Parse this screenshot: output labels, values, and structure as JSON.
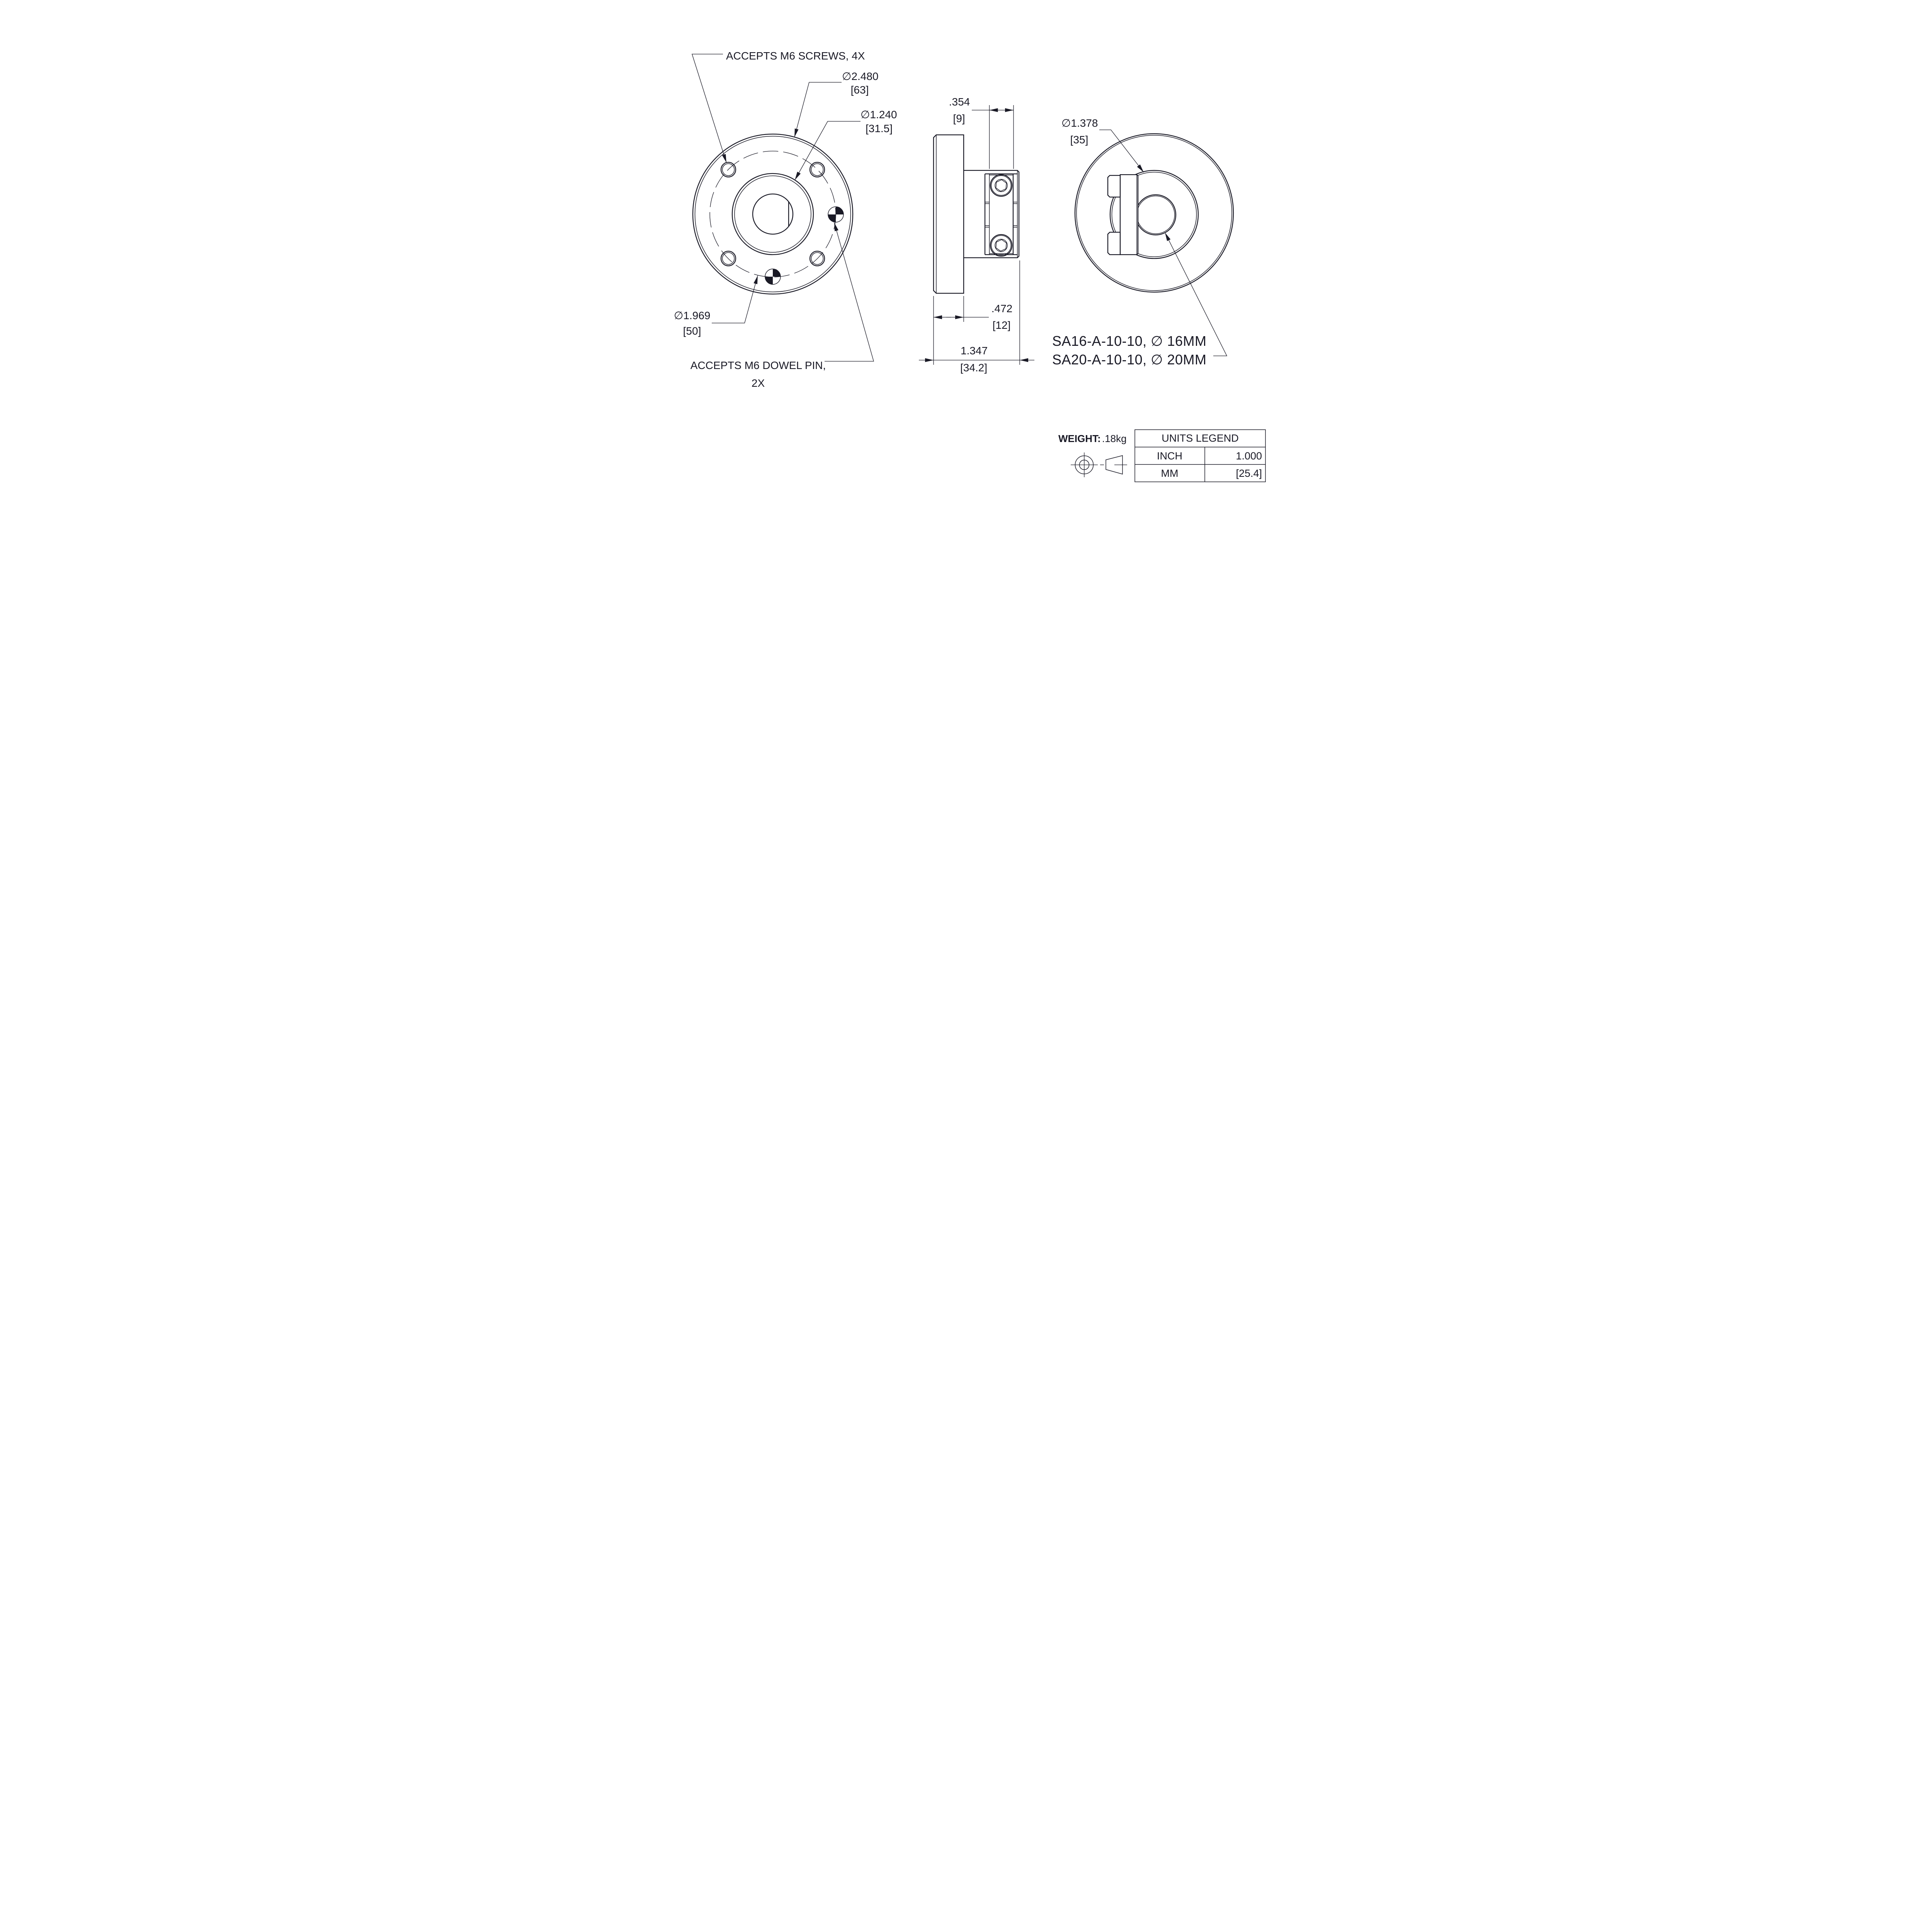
{
  "drawing": {
    "colors": {
      "line": "#1a1a26",
      "background": "#ffffff"
    },
    "front_view": {
      "screws_note": "ACCEPTS M6 SCREWS, 4X",
      "dowel_note_line1": "ACCEPTS M6 DOWEL PIN,",
      "dowel_note_line2": "2X",
      "flange_od_inch": "∅2.480",
      "flange_od_mm": "[63]",
      "boss_od_inch": "∅1.240",
      "boss_od_mm": "[31.5]",
      "bolt_circle_inch": "∅1.969",
      "bolt_circle_mm": "[50]"
    },
    "side_view": {
      "hub_depth_inch": ".354",
      "hub_depth_mm": "[9]",
      "flange_thickness_inch": ".472",
      "flange_thickness_mm": "[12]",
      "overall_depth_inch": "1.347",
      "overall_depth_mm": "[34.2]"
    },
    "back_view": {
      "hub_od_inch": "∅1.378",
      "hub_od_mm": "[35]"
    },
    "part_numbers": {
      "sa16": "SA16-A-10-10, ∅ 16MM",
      "sa20": "SA20-A-10-10, ∅ 20MM"
    },
    "weight": {
      "label": "WEIGHT:",
      "value": ".18kg"
    },
    "units_legend": {
      "title": "UNITS LEGEND",
      "rows": [
        {
          "unit": "INCH",
          "value": "1.000"
        },
        {
          "unit": "MM",
          "value": "[25.4]"
        }
      ]
    }
  }
}
